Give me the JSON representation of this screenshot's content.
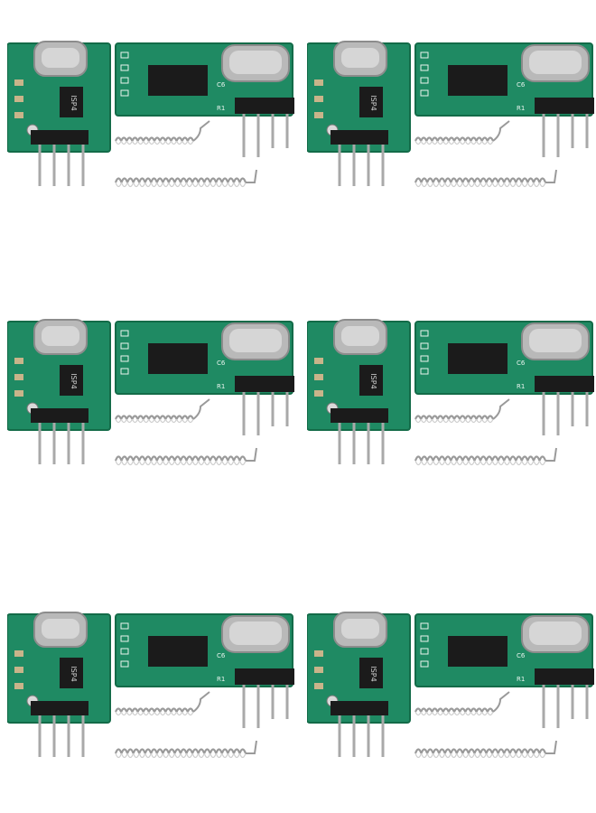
{
  "image": {
    "kind": "product-photo",
    "subject": "rf-transmitter-receiver-module-kits",
    "sets": [
      {
        "id": 1,
        "tx_chip": "ISP4",
        "crystal_label": "C6",
        "resistor_label": "R1"
      },
      {
        "id": 2,
        "tx_chip": "ISP4",
        "crystal_label": "C6",
        "resistor_label": "R1"
      },
      {
        "id": 3,
        "tx_chip": "ISP4",
        "crystal_label": "C6",
        "resistor_label": "R1"
      },
      {
        "id": 4,
        "tx_chip": "ISP4",
        "crystal_label": "C6",
        "resistor_label": "R1"
      },
      {
        "id": 5,
        "tx_chip": "ISP4",
        "crystal_label": "C6",
        "resistor_label": "R1"
      },
      {
        "id": 6,
        "tx_chip": "ISP4",
        "crystal_label": "C6",
        "resistor_label": "R1"
      }
    ]
  },
  "colors": {
    "pcb": "#1f8a63",
    "pcb_dark": "#136b48",
    "silkscreen": "#e8f4ee",
    "crystal": "#b9b9b9",
    "chip": "#1b1b1b",
    "pins": "#a9a9a9",
    "spring": "#9a9a9a",
    "background": "#ffffff"
  }
}
